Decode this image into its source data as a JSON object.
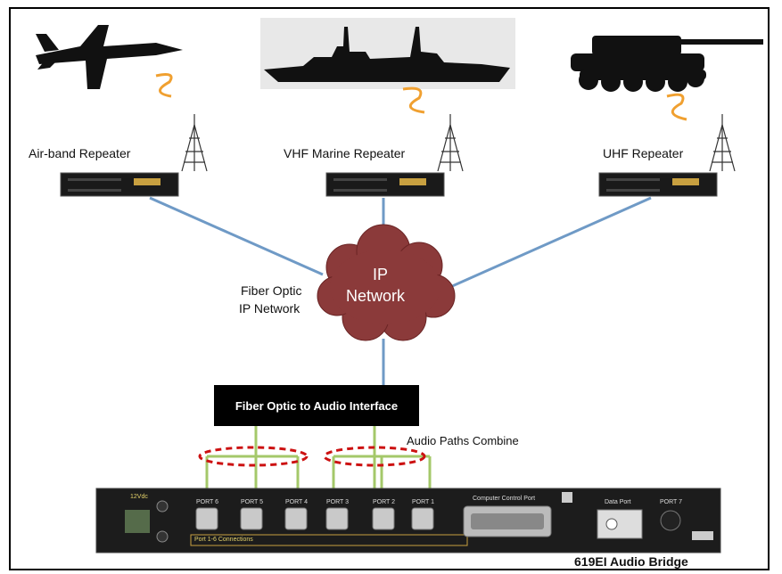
{
  "repeaters": {
    "air": "Air-band Repeater",
    "vhf": "VHF Marine Repeater",
    "uhf": "UHF Repeater"
  },
  "network": {
    "line1": "Fiber Optic",
    "line2": "IP Network",
    "cloud_line1": "IP",
    "cloud_line2": "Network"
  },
  "interface": "Fiber Optic to Audio Interface",
  "audio_paths": "Audio Paths Combine",
  "bridge": {
    "name": "619EI Audio Bridge",
    "power": "12Vdc",
    "ports": [
      "PORT 6",
      "PORT 5",
      "PORT 4",
      "PORT 3",
      "PORT 2",
      "PORT 1"
    ],
    "port7": "PORT 7",
    "computer_port": "Computer Control Port",
    "data_port": "Data Port",
    "connections": "Port 1-6 Connections"
  },
  "colors": {
    "link": "#6f9ac6",
    "cloud": "#8b3a3a",
    "audio_path": "#a4c86a",
    "ellipse": "#cc1111",
    "squiggle": "#f0a030"
  }
}
